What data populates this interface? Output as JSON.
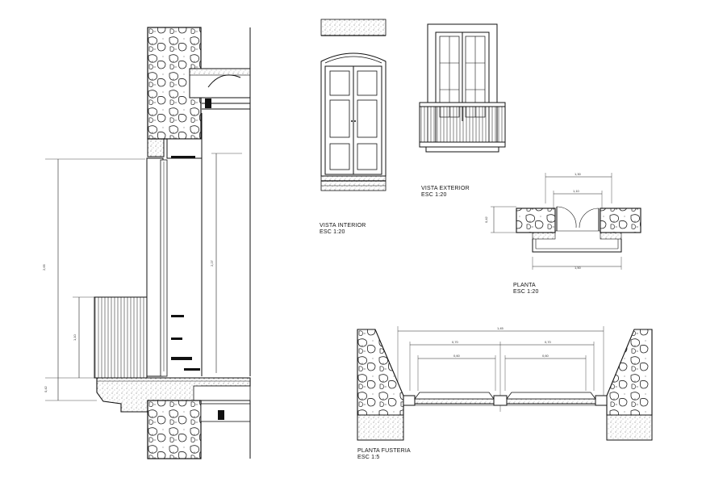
{
  "views": {
    "interior": {
      "title": "VISTA INTERIOR",
      "scale": "ESC 1:20"
    },
    "exterior": {
      "title": "VISTA EXTERIOR",
      "scale": "ESC 1:20"
    },
    "plan": {
      "title": "PLANTA",
      "scale": "ESC 1:20"
    },
    "carpentry_plan": {
      "title": "PLANTA FUSTERIA",
      "scale": "ESC 1:5"
    }
  },
  "colors": {
    "ink": "#111111",
    "hatch": "#555555",
    "paper": "#ffffff"
  }
}
